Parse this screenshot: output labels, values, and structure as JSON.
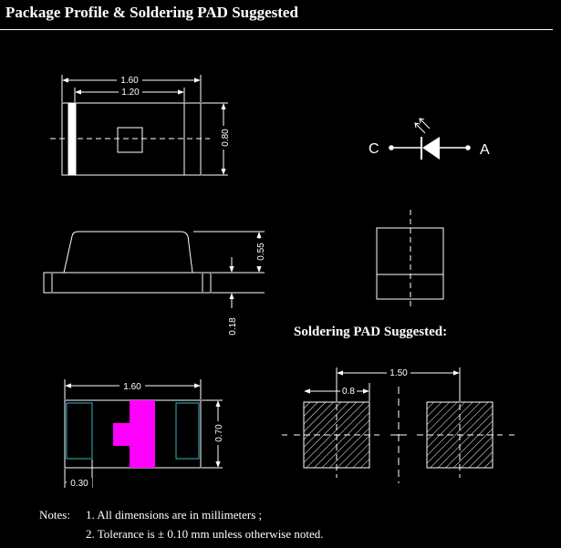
{
  "title": "Package Profile & Soldering PAD Suggested",
  "top_view": {
    "length": "1.60",
    "inner_length": "1.20",
    "width": "0.80"
  },
  "side_view": {
    "height": "0.55",
    "base_height": "0.18"
  },
  "symbol": {
    "cathode": "C",
    "anode": "A"
  },
  "bottom_view": {
    "length": "1.60",
    "width": "0.70",
    "pad": "0.30"
  },
  "soldering": {
    "title": "Soldering PAD Suggested",
    "colon": ":",
    "pitch": "1.50",
    "pad_width": "0.8"
  },
  "notes": {
    "label": "Notes:",
    "items": [
      "1. All dimensions are in millimeters ;",
      "2. Tolerance is ± 0.10 mm unless otherwise noted."
    ]
  },
  "colors": {
    "background": "#000000",
    "line": "#ffffff",
    "polarity_mark": "#ff00ff",
    "terminal_outline": "#2fb5c8"
  }
}
